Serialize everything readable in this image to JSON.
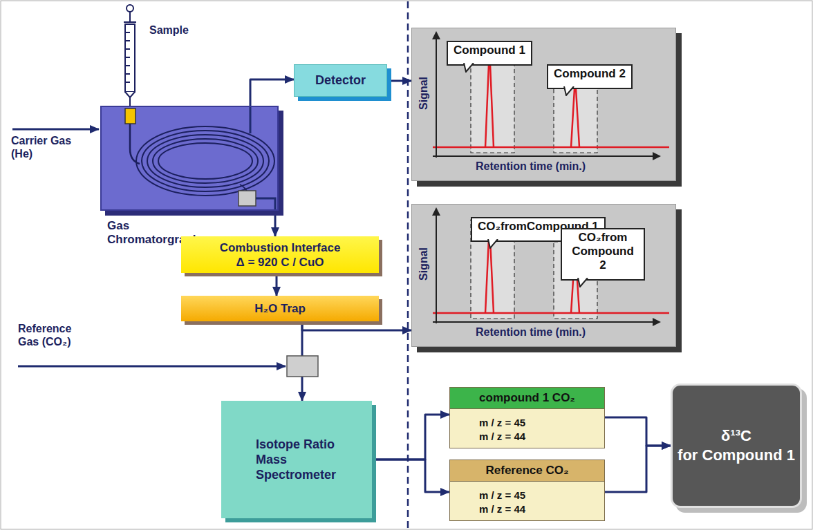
{
  "diagram": {
    "nodes": [
      {
        "text": [
          "Gas Chromatorgraph"
        ]
      },
      {
        "text": [
          "Detector"
        ]
      },
      {
        "text": [
          "Signal",
          "Retention time (min.)"
        ]
      },
      {
        "text": [
          "Compound 1"
        ],
        "in": 2
      },
      {
        "text": [
          "Compound 2"
        ],
        "in": 2
      },
      {
        "text": [
          "Combustion Interface",
          "Δ = 920 C / CuO"
        ]
      },
      {
        "text": [
          "H₂O Trap"
        ]
      },
      {
        "text": [
          "Signal",
          "Retention time (min.)"
        ]
      },
      {
        "text": [
          "CO₂fromCompound 1"
        ],
        "in": 7
      },
      {
        "text": [
          "CO₂from Compound 2"
        ],
        "in": 7
      },
      {
        "text": [
          "Isotope Ratio Mass Spectrometer"
        ]
      },
      {
        "text": [
          "compound 1 CO₂",
          "m / z = 45 m / z = 44"
        ]
      },
      {
        "text": [
          "Reference CO₂",
          "m / z = 45 m / z = 44"
        ]
      },
      {
        "text": [
          "δ¹³C",
          "for Compound 1"
        ]
      }
    ],
    "edges": [
      {
        "from": 0,
        "to": 1,
        "arrow": "to"
      },
      {
        "from": 1,
        "to": 2,
        "arrow": "to"
      },
      {
        "from": 0,
        "to": 5,
        "arrow": "to"
      },
      {
        "from": 5,
        "to": 6,
        "arrow": "to"
      },
      {
        "from": 6,
        "to": 7,
        "arrow": "to"
      },
      {
        "from": 6,
        "to": 10,
        "arrow": "to"
      },
      {
        "from": 10,
        "to": 11,
        "arrow": "to"
      },
      {
        "from": 10,
        "to": 12,
        "arrow": "to"
      },
      {
        "from": 11,
        "to": 13,
        "arrow": "to"
      },
      {
        "from": 12,
        "to": 13,
        "arrow": "to"
      }
    ],
    "labels": [
      "Sample",
      "Carrier Gas (He)",
      "Reference Gas (CO₂)"
    ]
  }
}
